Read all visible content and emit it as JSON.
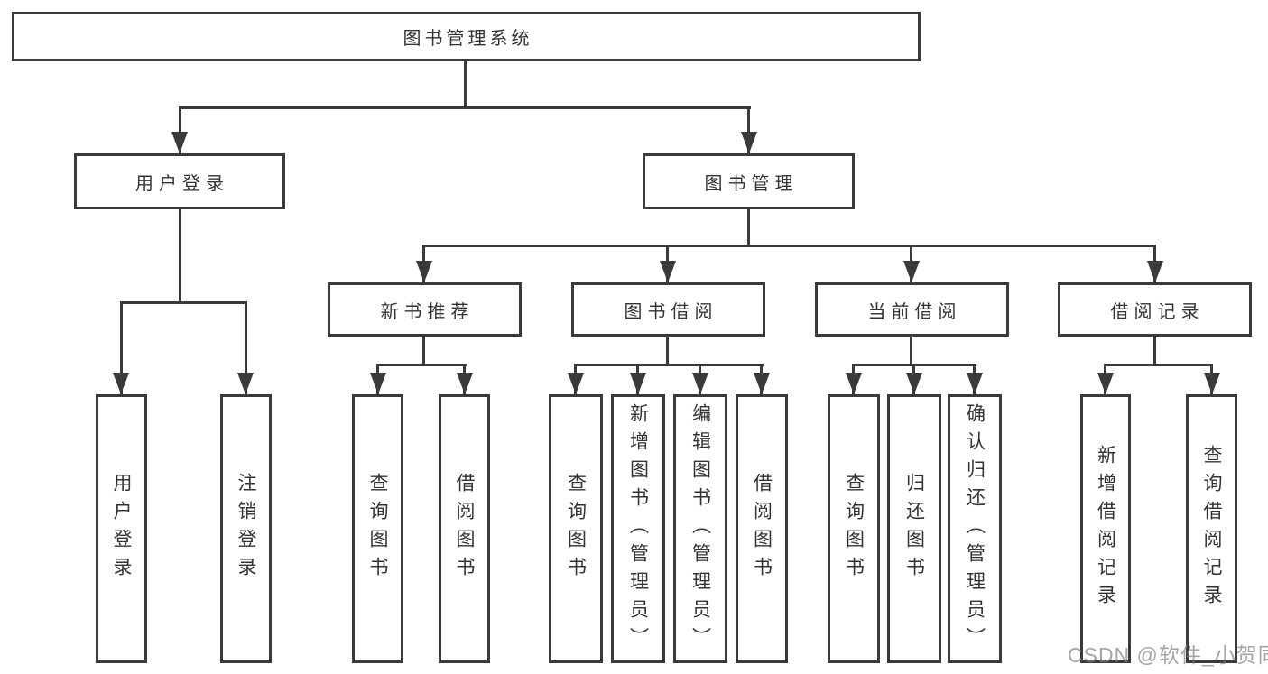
{
  "diagram": {
    "root": {
      "label": "图书管理系统"
    },
    "level2": [
      {
        "label": "用户登录"
      },
      {
        "label": "图书管理"
      }
    ],
    "level3": [
      {
        "label": "新书推荐"
      },
      {
        "label": "图书借阅"
      },
      {
        "label": "当前借阅"
      },
      {
        "label": "借阅记录"
      }
    ],
    "leaves": [
      {
        "parent": "用户登录",
        "label": "用户登录"
      },
      {
        "parent": "用户登录",
        "label": "注销登录"
      },
      {
        "parent": "新书推荐",
        "label": "查询图书"
      },
      {
        "parent": "新书推荐",
        "label": "借阅图书"
      },
      {
        "parent": "图书借阅",
        "label": "查询图书"
      },
      {
        "parent": "图书借阅",
        "label": "新增图书（管理员）"
      },
      {
        "parent": "图书借阅",
        "label": "编辑图书（管理员）"
      },
      {
        "parent": "图书借阅",
        "label": "借阅图书"
      },
      {
        "parent": "当前借阅",
        "label": "查询图书"
      },
      {
        "parent": "当前借阅",
        "label": "归还图书"
      },
      {
        "parent": "当前借阅",
        "label": "确认归还（管理员）"
      },
      {
        "parent": "借阅记录",
        "label": "新增借阅记录"
      },
      {
        "parent": "借阅记录",
        "label": "查询借阅记录"
      }
    ]
  },
  "watermark": {
    "text": "CSDN @软件_小贺同学"
  },
  "colors": {
    "line": "#3a3a3a",
    "box_background": "#ffffff",
    "text": "#333333",
    "watermark": "#828282"
  }
}
